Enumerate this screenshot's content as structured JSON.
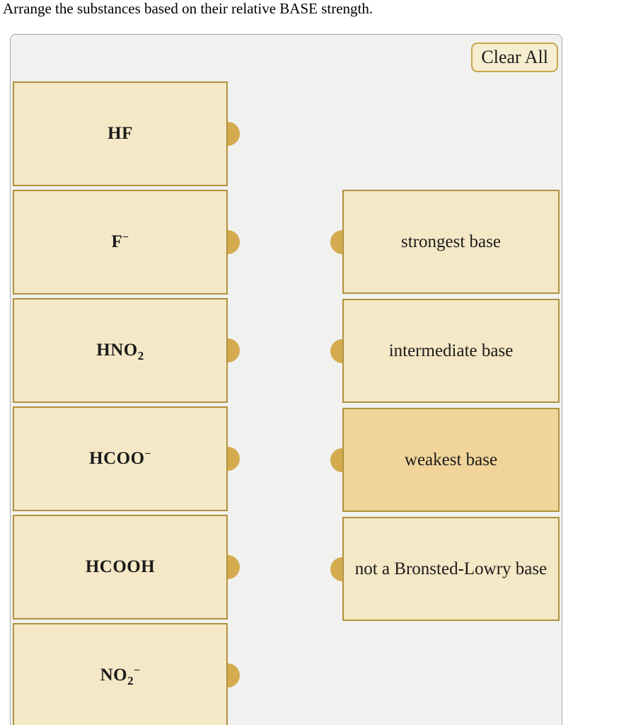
{
  "title": "Arrange the substances based on their relative BASE strength.",
  "clear_all_label": "Clear All",
  "substances": [
    {
      "pre": "HF",
      "sub": "",
      "sup": ""
    },
    {
      "pre": "F",
      "sub": "",
      "sup": "−"
    },
    {
      "pre": "HNO",
      "sub": "2",
      "sup": ""
    },
    {
      "pre": "HCOO",
      "sub": "",
      "sup": "−"
    },
    {
      "pre": "HCOOH",
      "sub": "",
      "sup": ""
    },
    {
      "pre": "NO",
      "sub": "2",
      "sup": "−"
    }
  ],
  "targets": [
    {
      "label": "strongest base",
      "highlighted": false
    },
    {
      "label": "intermediate base",
      "highlighted": false
    },
    {
      "label": "weakest base",
      "highlighted": true
    },
    {
      "label": "not a Bronsted-Lowry base",
      "highlighted": false
    }
  ],
  "colors": {
    "card_fill": "#f5e8c7",
    "card_border": "#b0913c",
    "knob_gold": "#d4ac4f",
    "highlight_fill": "#f0d49a",
    "panel_bg": "#f1f1f0",
    "panel_border": "#a9a8a3",
    "button_fill": "#f7edd0",
    "button_border": "#c7a54e"
  }
}
